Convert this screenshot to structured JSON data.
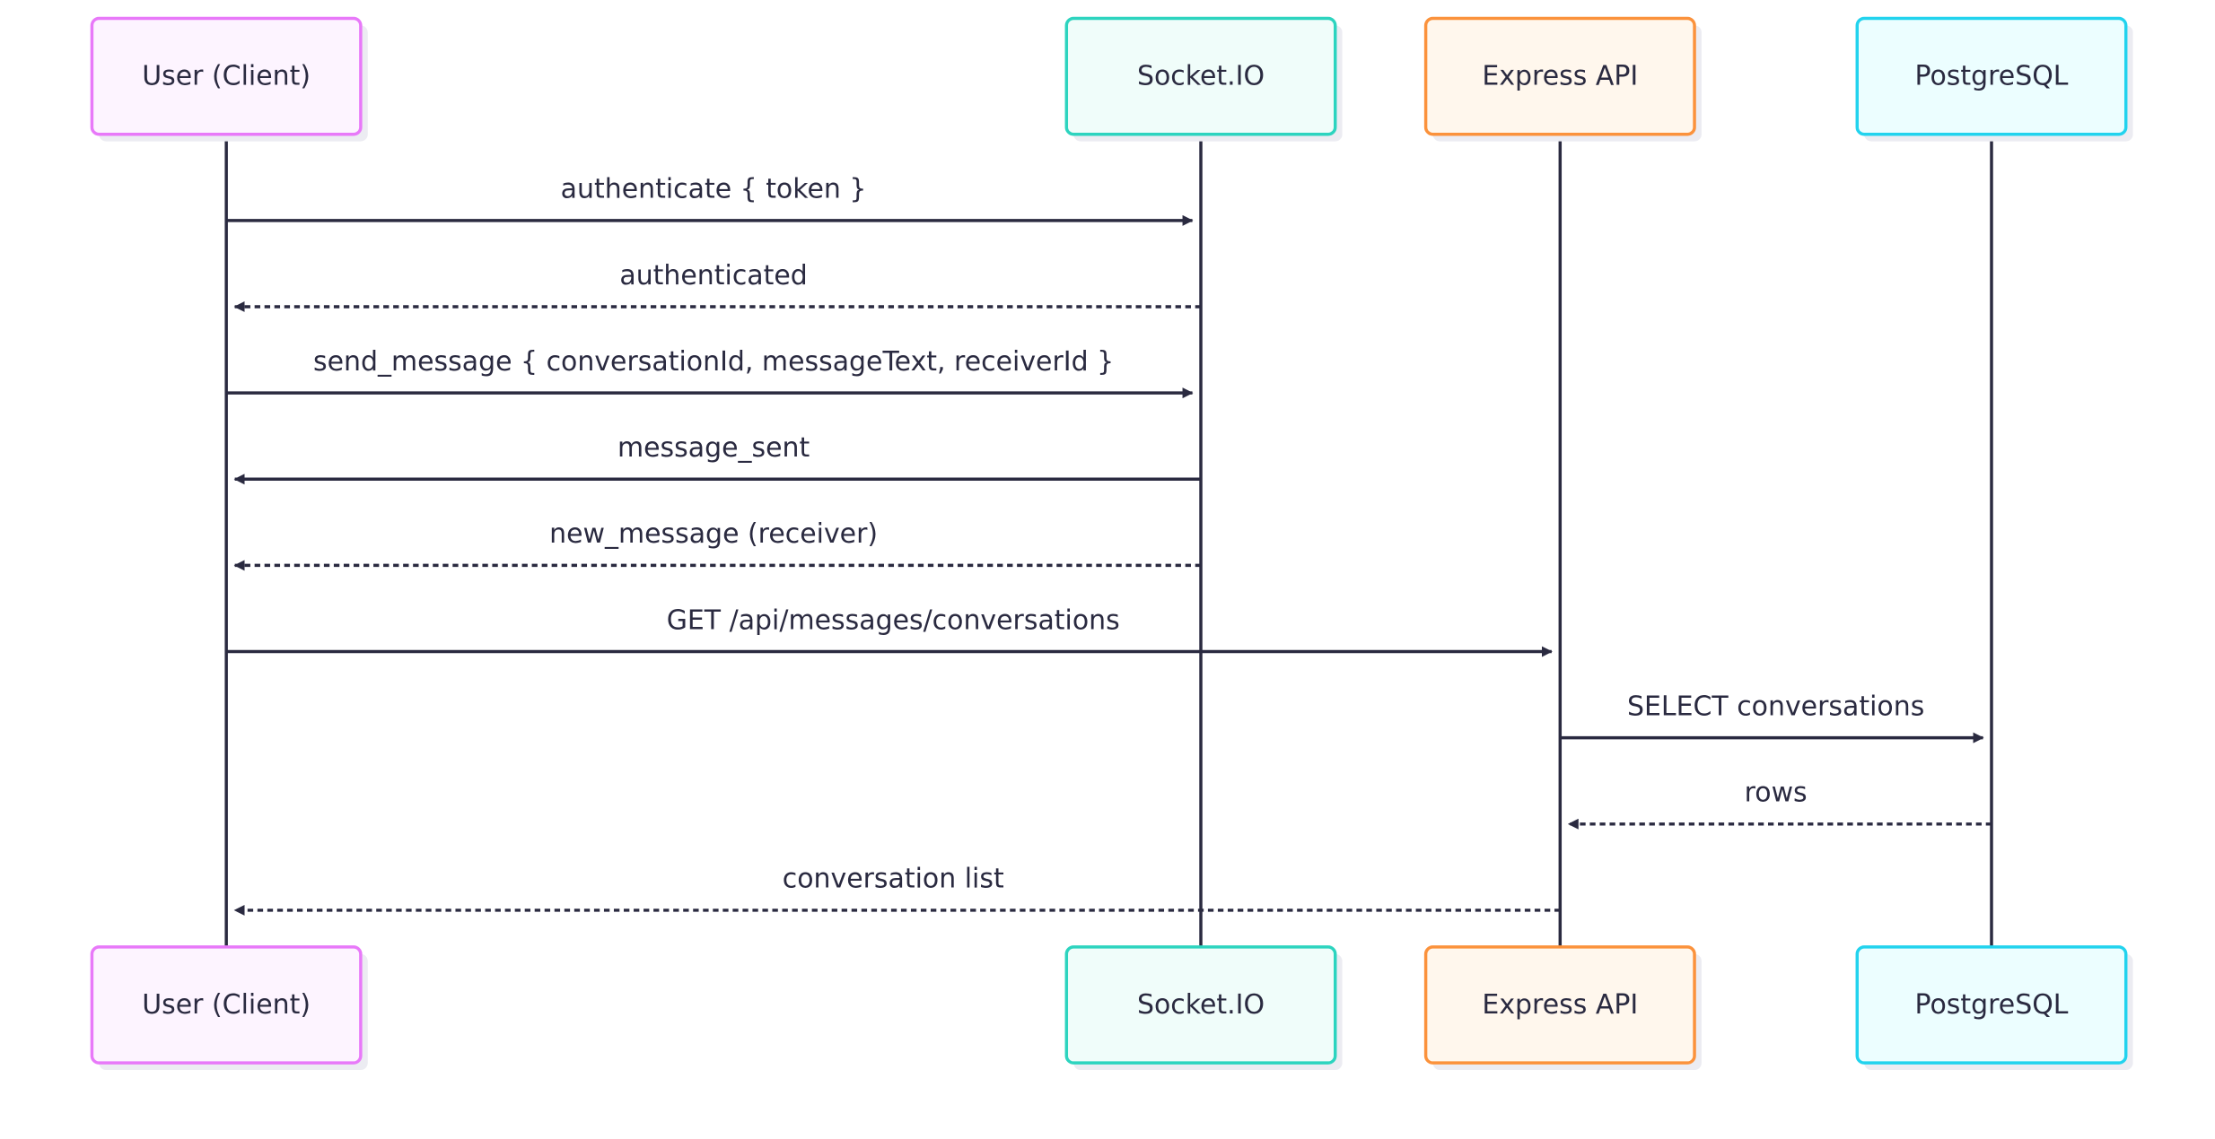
{
  "participants": [
    {
      "id": "user",
      "label": "User (Client)",
      "border": "#e879f9",
      "fill": "#fdf4ff"
    },
    {
      "id": "socket",
      "label": "Socket.IO",
      "border": "#2dd4bf",
      "fill": "#f0fdfa"
    },
    {
      "id": "express",
      "label": "Express API",
      "border": "#fb923c",
      "fill": "#fff7ed"
    },
    {
      "id": "postgres",
      "label": "PostgreSQL",
      "border": "#22d3ee",
      "fill": "#ecfeff"
    }
  ],
  "messages": [
    {
      "from": "user",
      "to": "socket",
      "label": "authenticate { token }",
      "style": "solid"
    },
    {
      "from": "socket",
      "to": "user",
      "label": "authenticated",
      "style": "dashed"
    },
    {
      "from": "user",
      "to": "socket",
      "label": "send_message { conversationId, messageText, receiverId }",
      "style": "solid"
    },
    {
      "from": "socket",
      "to": "user",
      "label": "message_sent",
      "style": "solid"
    },
    {
      "from": "socket",
      "to": "user",
      "label": "new_message (receiver)",
      "style": "dashed"
    },
    {
      "from": "user",
      "to": "express",
      "label": "GET /api/messages/conversations",
      "style": "solid"
    },
    {
      "from": "express",
      "to": "postgres",
      "label": "SELECT conversations",
      "style": "solid"
    },
    {
      "from": "postgres",
      "to": "express",
      "label": "rows",
      "style": "dashed"
    },
    {
      "from": "express",
      "to": "user",
      "label": "conversation list",
      "style": "dashed"
    }
  ],
  "colors": {
    "line": "#2a2a40",
    "text": "#2a2a40",
    "shadow": "#ececf2"
  }
}
